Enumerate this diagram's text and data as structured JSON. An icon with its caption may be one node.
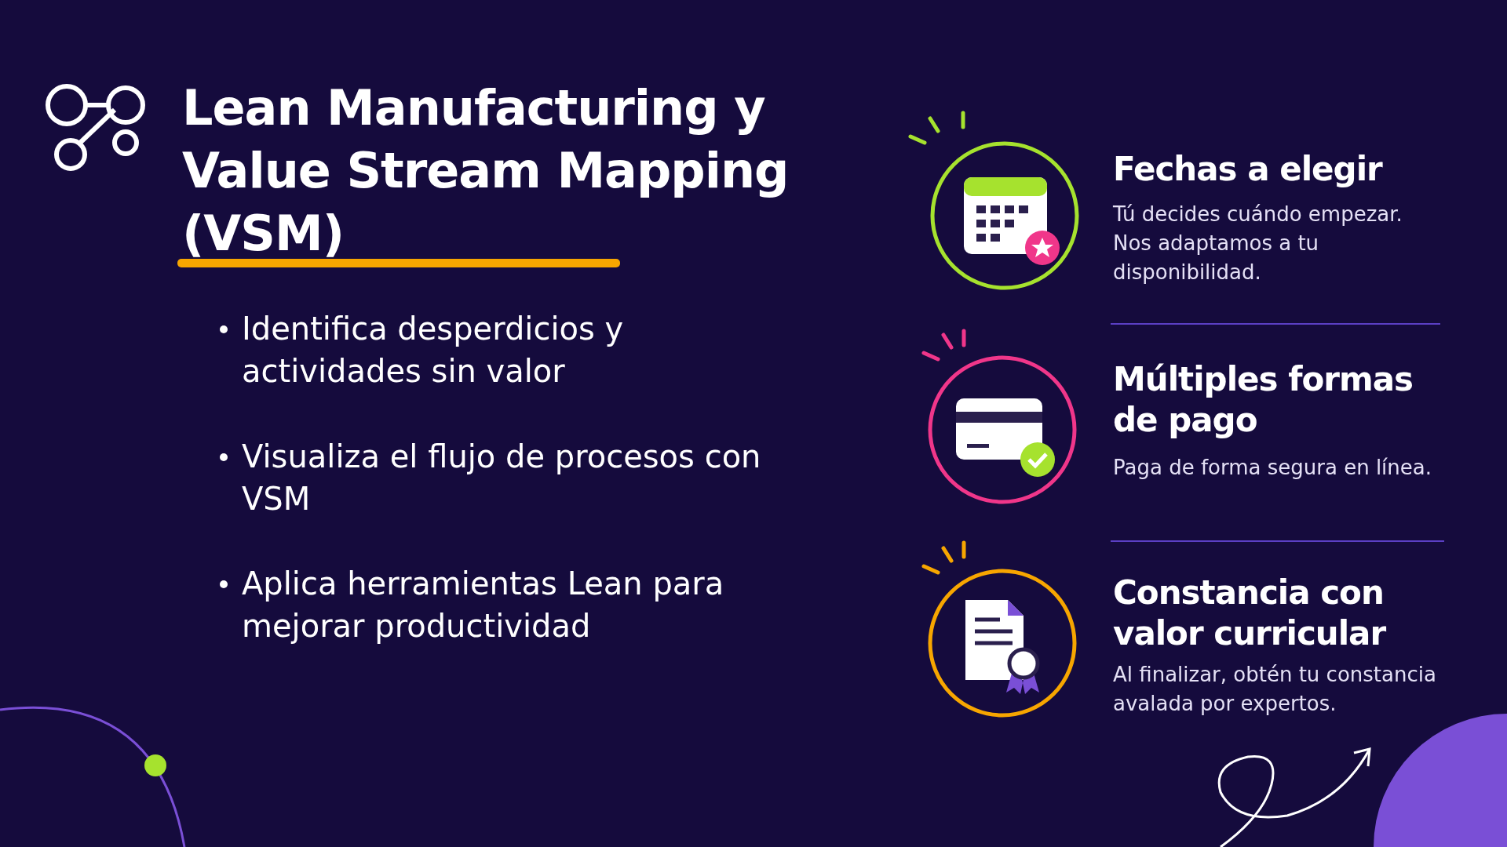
{
  "diagram": {
    "title": "Lean Manufacturing y Value Stream Mapping (VSM)",
    "labels": [
      "Identifica desperdicios y actividades sin valor",
      "Visualiza el flujo de procesos con VSM",
      "Aplica herramientas Lean para mejorar productividad",
      "Fechas a elegir",
      "Tú decides cuándo empezar. Nos adaptamos a tu disponibilidad.",
      "Múltiples formas de pago",
      "Paga de forma segura en línea.",
      "Constancia con valor curricular",
      "Al finalizar, obtén tu constancia avalada por expertos."
    ]
  }
}
